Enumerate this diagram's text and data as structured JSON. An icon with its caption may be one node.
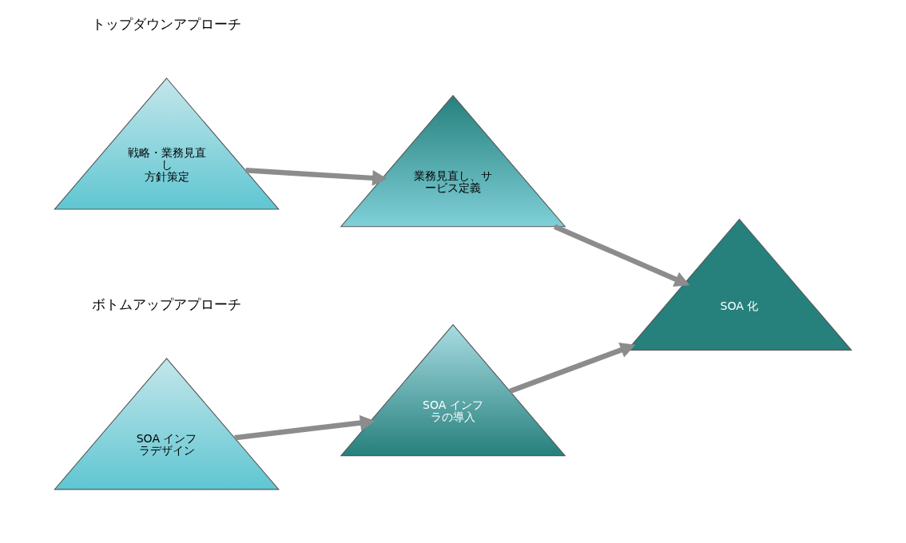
{
  "diagram": {
    "nodes": [
      {
        "text": [
          "戦略・業務見直し",
          "方針策定"
        ]
      },
      {
        "text": [
          "業務見直し、サービス定義"
        ]
      },
      {
        "text": [
          "SOA 化"
        ]
      },
      {
        "text": [
          "SOA インフラデザイン"
        ]
      },
      {
        "text": [
          "SOA インフラの導入"
        ]
      }
    ],
    "edges": [
      {
        "from": 0,
        "to": 1,
        "arrow": "to"
      },
      {
        "from": 1,
        "to": 2,
        "arrow": "to"
      },
      {
        "from": 3,
        "to": 4,
        "arrow": "to"
      },
      {
        "from": 4,
        "to": 2,
        "arrow": "to"
      }
    ],
    "labels": [
      "トップダウンアプローチ",
      "ボトムアップアプローチ"
    ]
  }
}
